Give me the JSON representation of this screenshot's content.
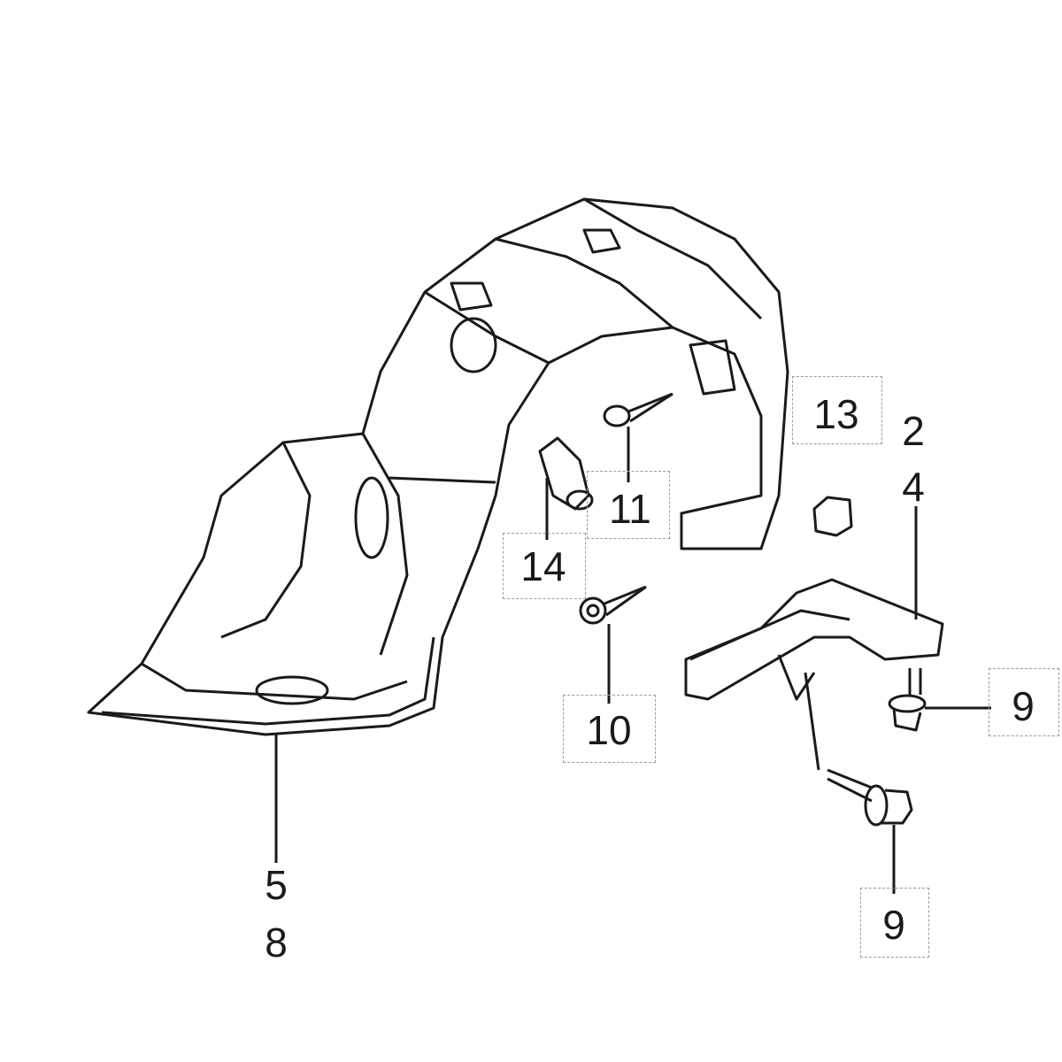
{
  "diagram": {
    "callouts": [
      {
        "id": "label-5",
        "text": "5"
      },
      {
        "id": "label-8",
        "text": "8"
      },
      {
        "id": "label-13",
        "text": "13"
      },
      {
        "id": "label-2",
        "text": "2"
      },
      {
        "id": "label-4",
        "text": "4"
      },
      {
        "id": "label-11",
        "text": "11"
      },
      {
        "id": "label-14",
        "text": "14"
      },
      {
        "id": "label-10",
        "text": "10"
      },
      {
        "id": "label-9a",
        "text": "9"
      },
      {
        "id": "label-9b",
        "text": "9"
      }
    ],
    "colors": {
      "line": "#1a1a1a",
      "box": "#9a9a9a"
    }
  }
}
